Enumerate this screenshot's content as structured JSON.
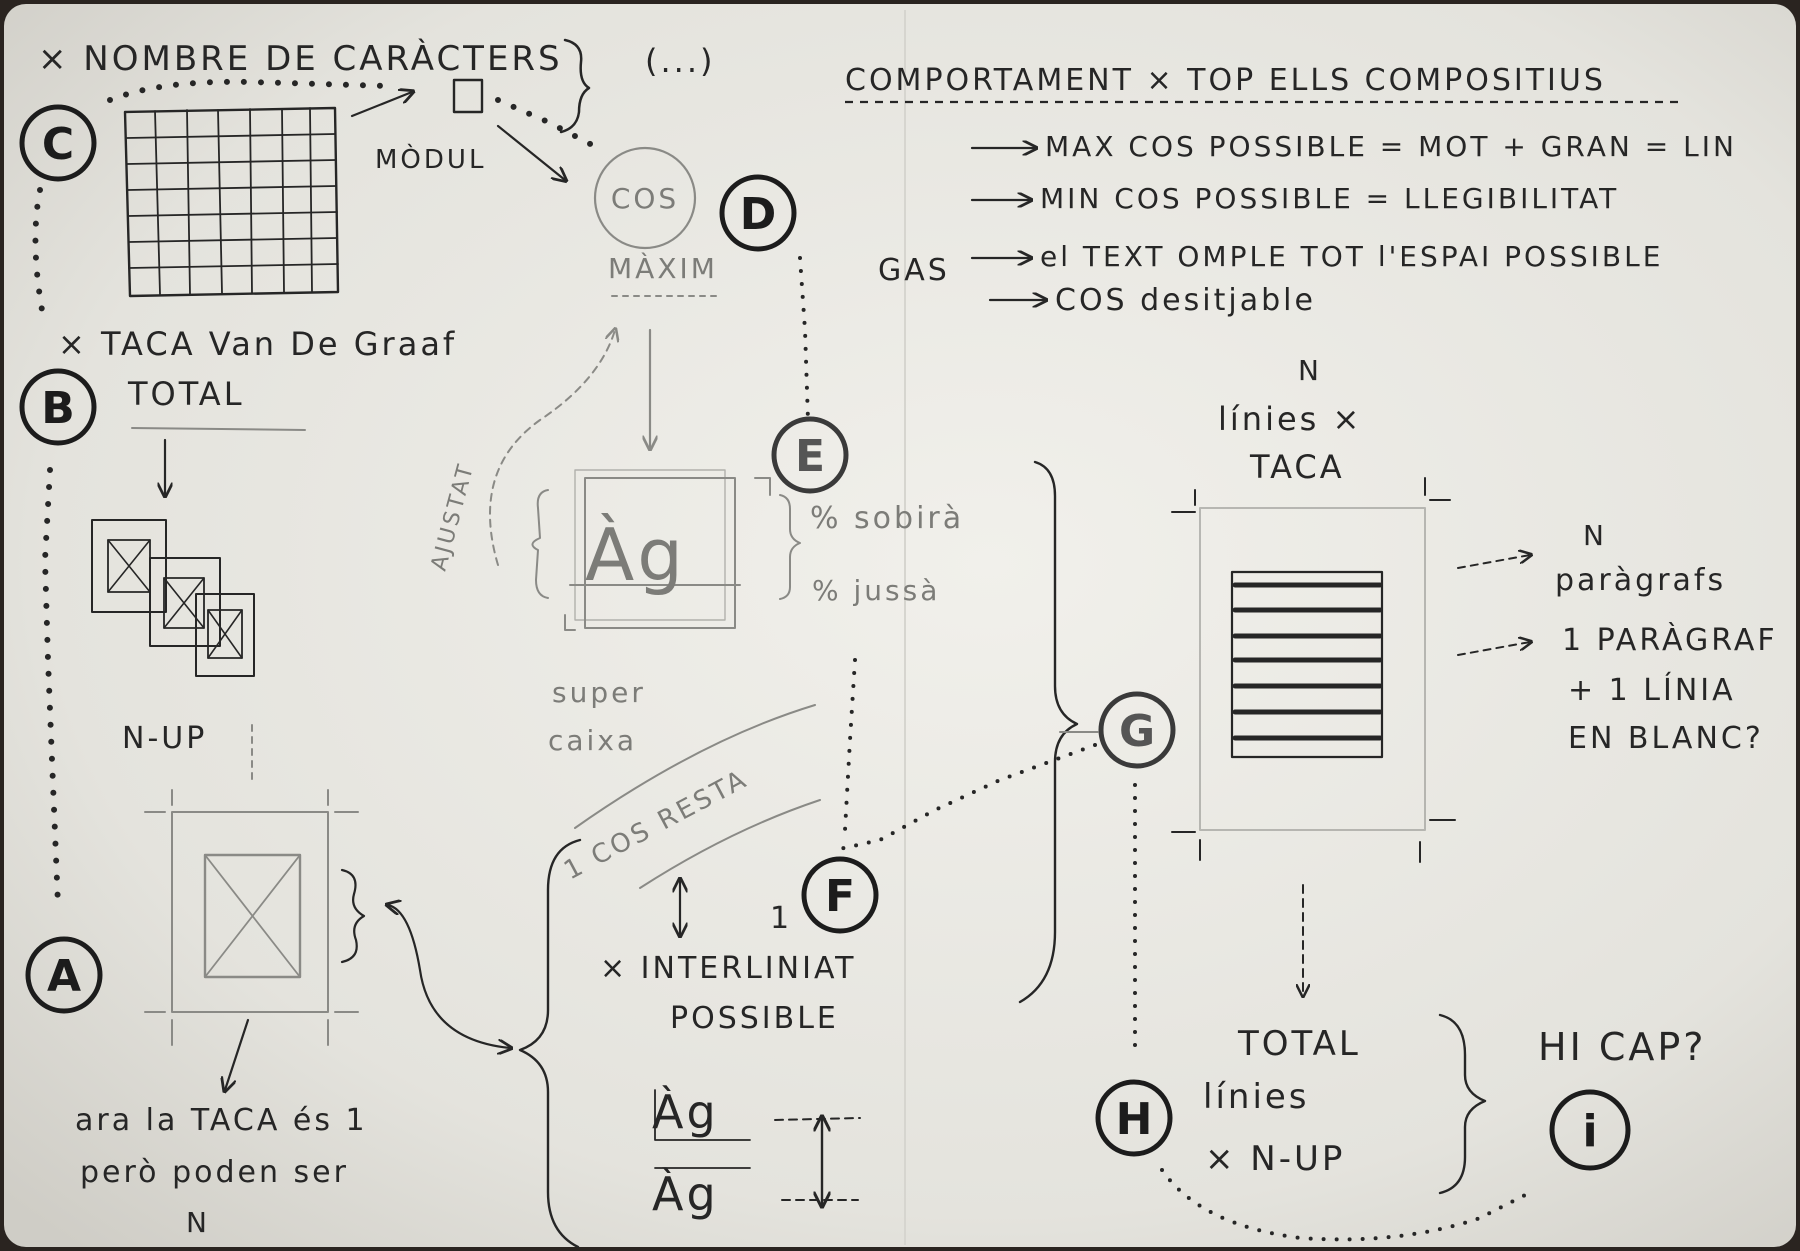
{
  "header": {
    "left": "× NOMBRE DE CARÀCTERS",
    "ellipsis": "(...)",
    "right": "COMPORTAMENT × TOP ELLS COMPOSITIUS"
  },
  "behaviors": [
    {
      "label": "",
      "text": "MAX COS POSSIBLE = MOT + GRAN = LIN"
    },
    {
      "label": "",
      "text": "MIN COS POSSIBLE = LLEGIBILITAT"
    },
    {
      "label": "GAS",
      "text": "el TEXT OMPLE TOT l'ESPAI POSSIBLE"
    },
    {
      "label": "",
      "text": "COS desitjable"
    }
  ],
  "nodes": {
    "A": "A",
    "B": "B",
    "C": "C",
    "D": "D",
    "E": "E",
    "F": "F",
    "G": "G",
    "H": "H",
    "I": "i"
  },
  "labels": {
    "modul": "MÒDUL",
    "cos": "COS",
    "maxim": "MÀXIM",
    "taca_line1": "× TACA Van De Graaf",
    "taca_line2": "TOTAL",
    "nup": "N-UP",
    "note_a_line1": "ara la TACA és 1",
    "note_a_line2": "però poden ser",
    "note_a_line3": "N",
    "ajustat": "AJUSTAT",
    "glyph": "Àg",
    "sobira": "% sobirà",
    "jussa": "% jussà",
    "super_line1": "super",
    "super_line2": "caixa",
    "cos_resta": "1 COS RESTA",
    "one": "1",
    "interliniat_line1": "× INTERLINIAT",
    "interliniat_line2": "POSSIBLE",
    "linies_n": "N",
    "linies_line1": "línies ×",
    "linies_line2": "TACA",
    "paragrafs_line1": "N",
    "paragrafs_line2": "paràgrafs",
    "paragraf_line1": "1 PARÀGRAF",
    "paragraf_line2": "+ 1 LÍNIA",
    "paragraf_line3": "EN BLANC?",
    "total_line1": "TOTAL",
    "total_line2": "línies",
    "total_line3": "× N-UP",
    "hicap": "HI CAP?"
  },
  "colors": {
    "paper": "#ecebe6",
    "ink": "#262626",
    "pencil": "#8a8a86"
  }
}
